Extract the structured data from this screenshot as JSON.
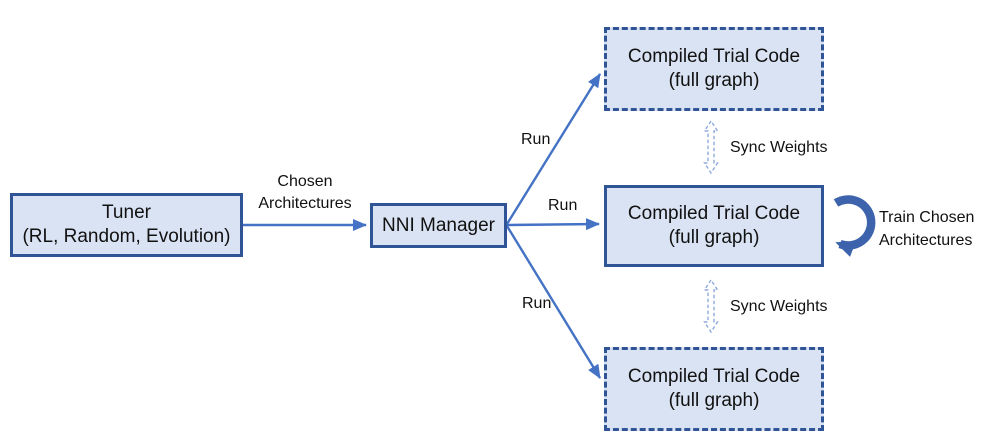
{
  "diagram": {
    "nodes": {
      "tuner": {
        "line1": "Tuner",
        "line2": "(RL, Random, Evolution)"
      },
      "nni_manager": {
        "label": "NNI Manager"
      },
      "trial_top": {
        "line1": "Compiled Trial Code",
        "line2": "(full graph)"
      },
      "trial_middle": {
        "line1": "Compiled Trial Code",
        "line2": "(full graph)"
      },
      "trial_bottom": {
        "line1": "Compiled Trial Code",
        "line2": "(full graph)"
      }
    },
    "edges": {
      "chosen_architectures": {
        "line1": "Chosen",
        "line2": "Architectures"
      },
      "run_top": "Run",
      "run_middle": "Run",
      "run_bottom": "Run",
      "sync_weights_top": "Sync Weights",
      "sync_weights_bottom": "Sync Weights",
      "train": {
        "line1": "Train Chosen",
        "line2": "Architectures"
      }
    },
    "colors": {
      "box_fill": "#dae3f3",
      "box_border": "#2f5597",
      "connector": "#4472c4",
      "sync_arrow": "#8faadc",
      "train_arrow": "#3c63ac",
      "text": "#111111",
      "background": "#ffffff"
    }
  }
}
